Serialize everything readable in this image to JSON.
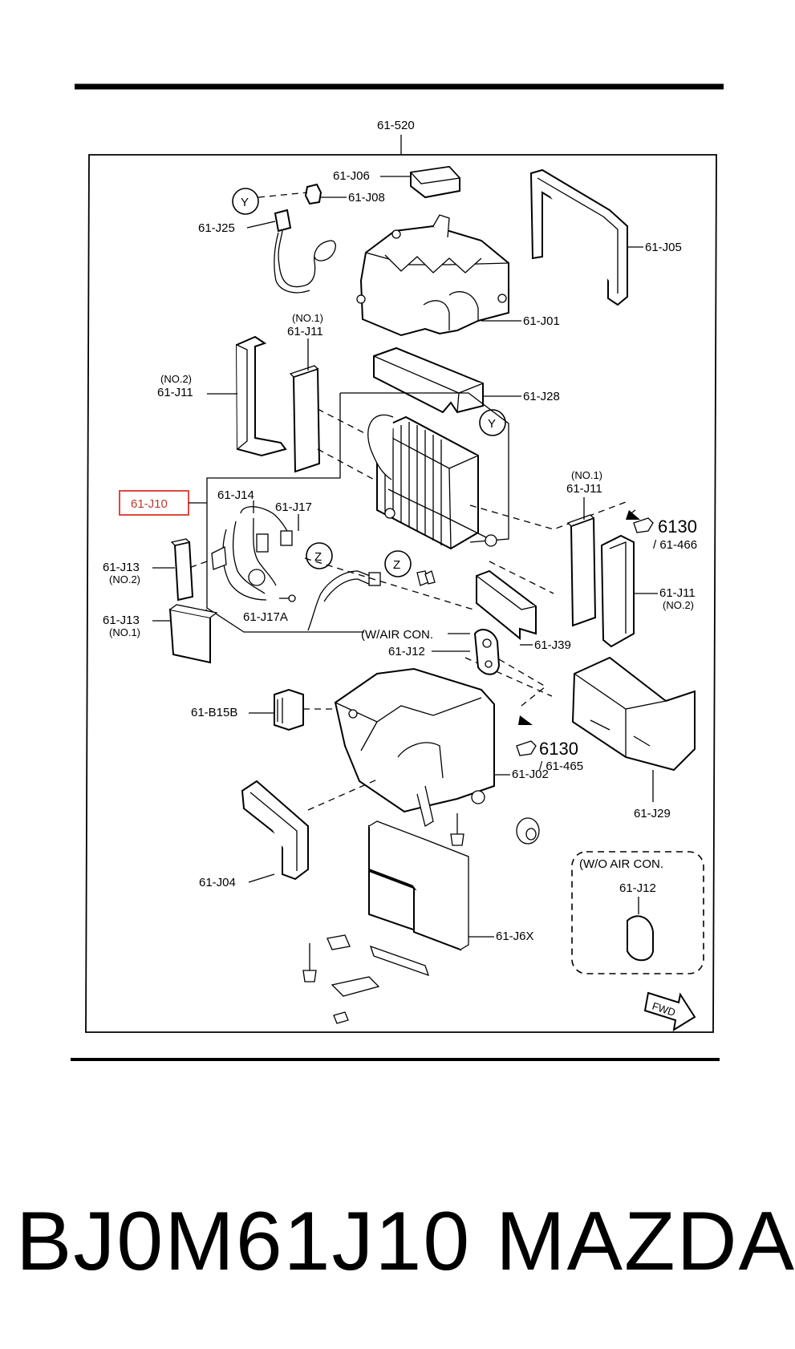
{
  "diagram": {
    "parent_label": "61-520",
    "highlight_color": "#d9362b",
    "labels": {
      "j06": "61-J06",
      "j08": "61-J08",
      "j25": "61-J25",
      "j05": "61-J05",
      "j01": "61-J01",
      "j11_no1_top": "61-J11",
      "no1_top": "(NO.1)",
      "j11_no2_left": "61-J11",
      "no2_left": "(NO.2)",
      "j28": "61-J28",
      "y_callout_top": "Y",
      "y_callout_mid": "Y",
      "j10": "61-J10",
      "j14": "61-J14",
      "j17": "61-J17",
      "j17a": "61-J17A",
      "z_callout_left": "Z",
      "z_callout_right": "Z",
      "j13_no2": "61-J13",
      "no2_j13": "(NO.2)",
      "j13_no1": "61-J13",
      "no1_j13": "(NO.1)",
      "j11_no1_right": "61-J11",
      "no1_right": "(NO.1)",
      "ref_6130_top": "6130",
      "ref_466": "/ 61-466",
      "j11_no2_right": "61-J11",
      "no2_right": "(NO.2)",
      "w_air_con": "(W/AIR CON.",
      "j12": "61-J12",
      "j39": "61-J39",
      "b15b": "61-B15B",
      "ref_6130_bottom": "6130",
      "ref_465": "/ 61-465",
      "j02": "61-J02",
      "j29": "61-J29",
      "j04": "61-J04",
      "wo_air_con": "(W/O  AIR  CON.",
      "j12_inset": "61-J12",
      "j6x": "61-J6X",
      "fwd": "FWD"
    }
  },
  "footer": {
    "part_number": "BJ0M61J10",
    "brand": "MAZDA"
  }
}
